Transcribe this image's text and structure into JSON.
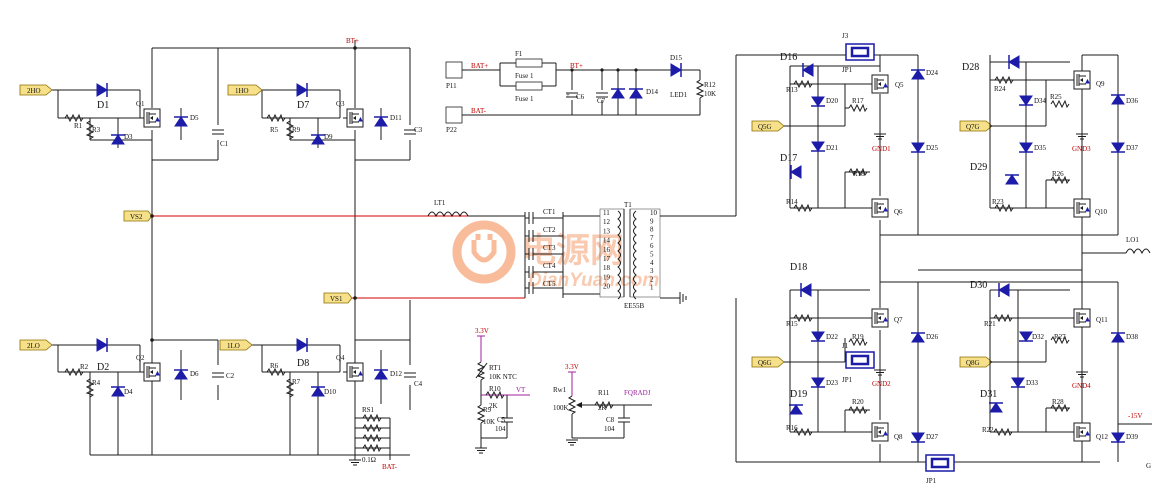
{
  "bus": {
    "bt_plus": "BT+",
    "bat_minus_label": "BAT-",
    "vs2": "VS2",
    "vs1": "VS1"
  },
  "ports": {
    "p1ho": "1HO",
    "p2ho": "2HO",
    "p1lo": "1LO",
    "p2lo": "2LO",
    "q5g": "Q5G",
    "q6g": "Q6G",
    "q7g": "Q7G",
    "q8g": "Q8G"
  },
  "bridge": {
    "d1": "D1",
    "d2": "D2",
    "d7": "D7",
    "d8": "D8",
    "q1": "Q1",
    "q2": "Q2",
    "q3": "Q3",
    "q4": "Q4",
    "r1": "R1",
    "r3": "R3",
    "r2": "R2",
    "r4": "R4",
    "r5": "R5",
    "r9": "R9",
    "r6": "R6",
    "r7": "R7",
    "d3": "D3",
    "d4": "D4",
    "d5": "D5",
    "d6": "D6",
    "d9": "D9",
    "d10": "D10",
    "d11": "D11",
    "d12": "D12",
    "c1": "C1",
    "c2": "C2",
    "c3": "C3",
    "c4": "C4",
    "rs1": "RS1",
    "rs_val": "0.1Ω"
  },
  "input": {
    "p11": "P11",
    "p22": "P22",
    "bat_plus": "BAT+",
    "bat_minus": "BAT-",
    "bt_plus": "BT+",
    "f1": "F1",
    "f1_name": "Fuse 1",
    "f2_name": "Fuse 1",
    "c6": "C6",
    "c7": "C7",
    "d14": "D14",
    "d15": "D15",
    "r12": "R12",
    "r12_val": "10K",
    "led": "LED1"
  },
  "mag": {
    "lt1": "LT1",
    "t1": "T1",
    "t1_core": "EE55B",
    "cts": [
      "CT1",
      "CT2",
      "CT3",
      "CT4",
      "CT5"
    ],
    "pri_pins": [
      "11",
      "12",
      "13",
      "14",
      "16",
      "17",
      "18",
      "19",
      "20"
    ],
    "sec_pins": [
      "10",
      "9",
      "8",
      "7",
      "6",
      "5",
      "4",
      "3",
      "2",
      "1"
    ]
  },
  "sense": {
    "v33a": "3.3V",
    "rt1": "RT1",
    "rt1_val": "10K NTC",
    "r10": "R10",
    "r10_val": "2K",
    "r9": "R9",
    "r9_val": "10K",
    "c5": "C5",
    "c5_val": "104",
    "vt": "VT",
    "v33b": "3.3V",
    "rw1": "Rw1",
    "rw1_val": "100K",
    "r11": "R11",
    "r11_val": "2K",
    "c8": "C8",
    "c8_val": "104",
    "fqradj": "FQRADJ"
  },
  "out": {
    "j3": "J3",
    "jp": "JP1",
    "j1": "J1",
    "d16": "D16",
    "d17": "D17",
    "d18": "D18",
    "d19": "D19",
    "d28": "D28",
    "d29": "D29",
    "d30": "D30",
    "d31": "D31",
    "r13": "R13",
    "r14": "R14",
    "r17": "R17",
    "r18": "R18",
    "r15": "R15",
    "r16": "R16",
    "r19": "R19",
    "r20": "R20",
    "r21": "R21",
    "r22": "R22",
    "r23": "R23",
    "r24": "R24",
    "r25": "R25",
    "r26": "R26",
    "r27": "R27",
    "r28": "R28",
    "d20": "D20",
    "d21": "D21",
    "d22": "D22",
    "d23": "D23",
    "d24": "D24",
    "d25": "D25",
    "d26": "D26",
    "d27": "D27",
    "d32": "D32",
    "d33": "D33",
    "d34": "D34",
    "d35": "D35",
    "d36": "D36",
    "d37": "D37",
    "d38": "D38",
    "d39": "D39",
    "q5": "Q5",
    "q6": "Q6",
    "q7": "Q7",
    "q8": "Q8",
    "q9": "Q9",
    "q10": "Q10",
    "q11": "Q11",
    "q12": "Q12",
    "gnd1": "GND1",
    "gnd2": "GND2",
    "gnd3": "GND3",
    "gnd4": "GND4",
    "lo1": "LO1",
    "v15": "-15V",
    "gnd_cut": "G"
  },
  "watermark": {
    "cn": "电源网",
    "url": "DianYuan.com"
  },
  "colors": {
    "diode": "#1c1ca8",
    "wire": "#1b1b1b",
    "bus_red": "#d40000",
    "net_purple": "#a020a0",
    "port": "#f7e08a"
  }
}
